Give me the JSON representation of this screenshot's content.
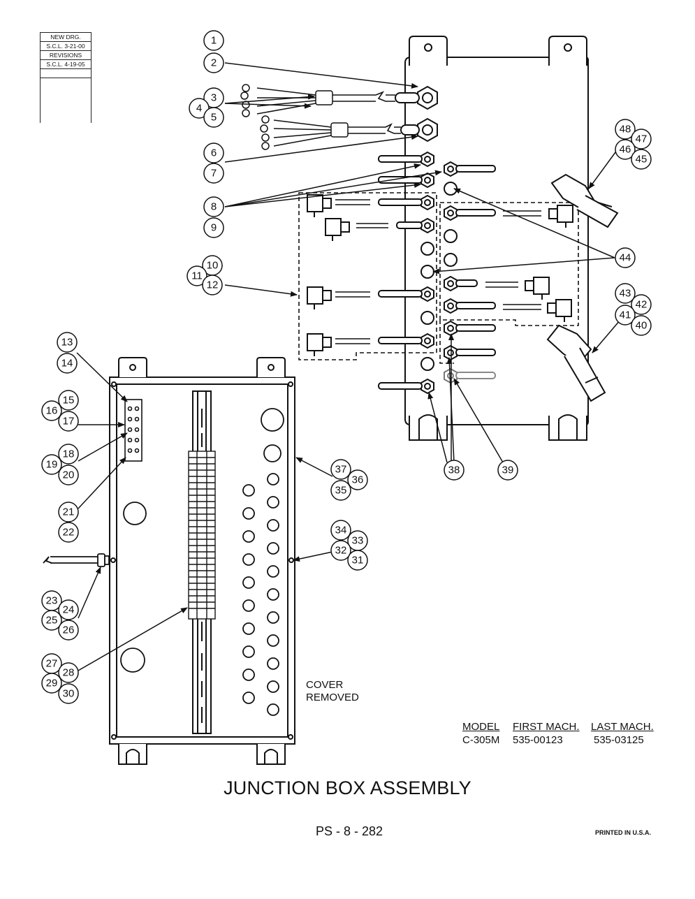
{
  "revision_block": {
    "rows": [
      "NEW DRG.",
      "S.C.L. 3-21-00",
      "REVISIONS",
      "S.C.L. 4-19-05",
      ""
    ]
  },
  "callouts": [
    "1",
    "2",
    "3",
    "4",
    "5",
    "6",
    "7",
    "8",
    "9",
    "10",
    "11",
    "12",
    "13",
    "14",
    "15",
    "16",
    "17",
    "18",
    "19",
    "20",
    "21",
    "22",
    "23",
    "24",
    "25",
    "26",
    "27",
    "28",
    "29",
    "30",
    "31",
    "32",
    "33",
    "34",
    "35",
    "36",
    "37",
    "38",
    "39",
    "40",
    "41",
    "42",
    "43",
    "44",
    "45",
    "46",
    "47",
    "48"
  ],
  "cover_note": "COVER\nREMOVED",
  "model_table": {
    "headers": [
      "MODEL",
      "FIRST MACH.",
      "LAST MACH."
    ],
    "rows": [
      [
        "C-305M",
        "535-00123",
        "535-03125"
      ]
    ]
  },
  "title": "JUNCTION BOX ASSEMBLY",
  "page_number": "PS - 8 - 282",
  "printed": "PRINTED IN U.S.A."
}
